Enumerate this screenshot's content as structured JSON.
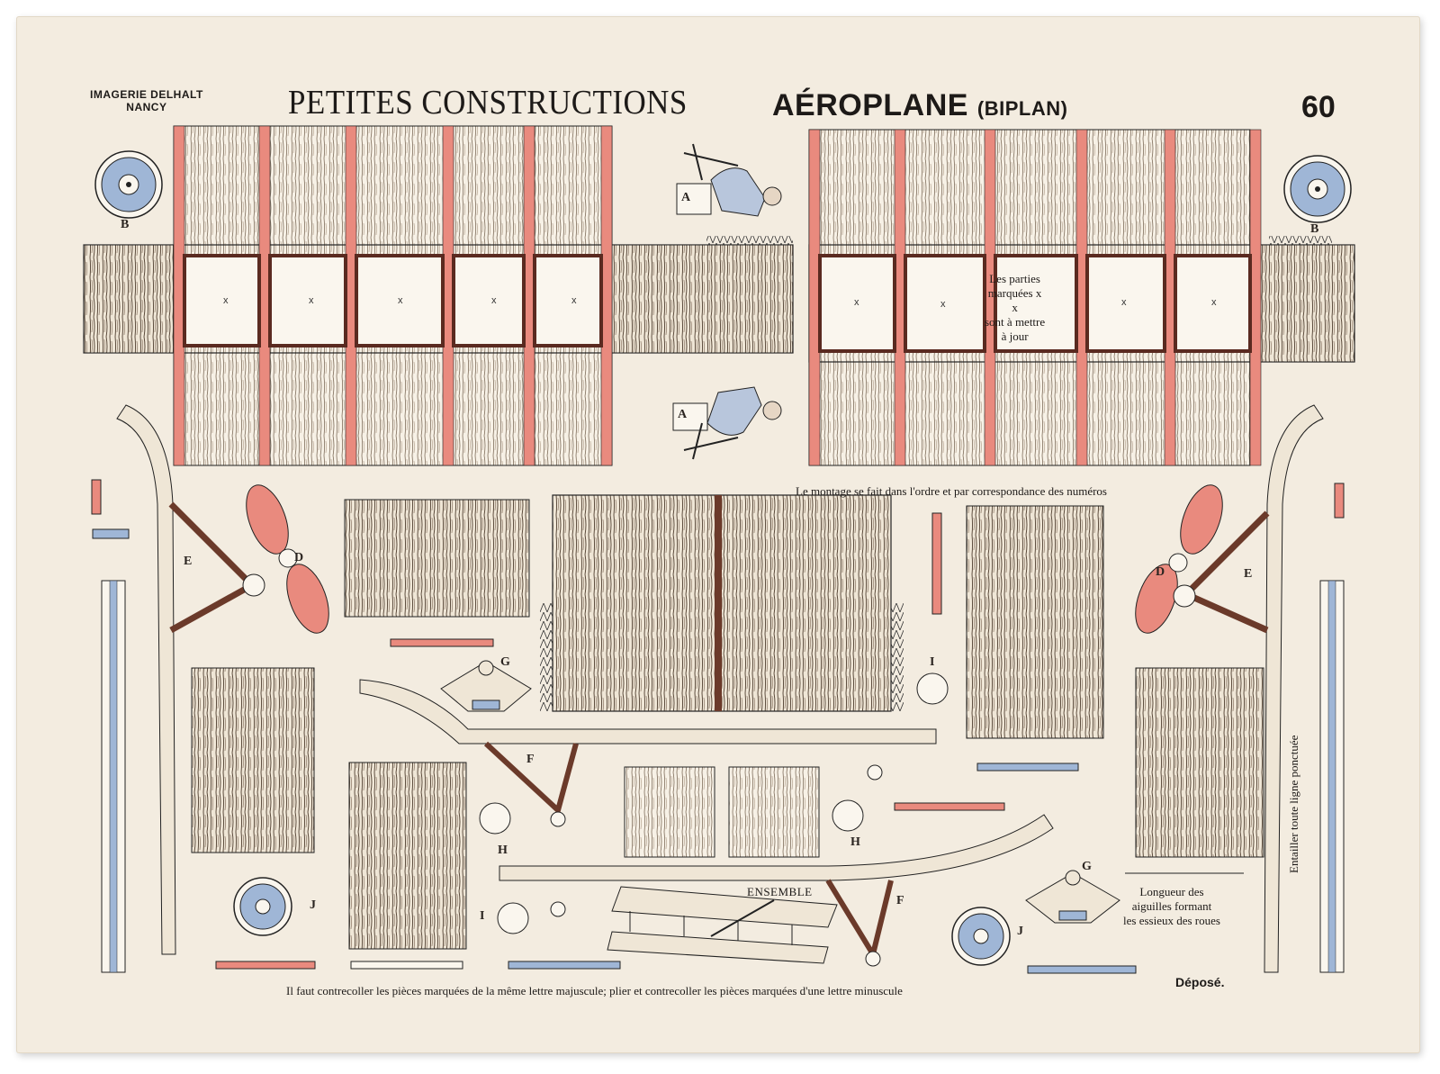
{
  "header": {
    "publisher_line1": "IMAGERIE DELHALT",
    "publisher_line2": "NANCY",
    "title_left": "PETITES CONSTRUCTIONS",
    "title_right": "AÉROPLANE",
    "title_sub": "(BIPLAN)",
    "plate_number": "60"
  },
  "notes": {
    "parties_line1": "Les parties",
    "parties_line2": "marquées x",
    "parties_line3": "x",
    "parties_line4": "sont à mettre",
    "parties_line5": "à jour",
    "montage": "Le montage se fait dans l'ordre et par correspondance des numéros",
    "ensemble": "ENSEMBLE",
    "longueur_line1": "Longueur des",
    "longueur_line2": "aiguilles formant",
    "longueur_line3": "les essieux des roues",
    "entailler": "Entailler toute ligne ponctuée",
    "footer": "Il faut contrecoller les pièces marquées de la même lettre majuscule; plier et contrecoller les pièces marquées d'une lettre minuscule",
    "depose": "Déposé."
  },
  "cut_marks": [
    "x",
    "x",
    "x",
    "x",
    "x",
    "x",
    "x",
    "x",
    "x"
  ],
  "piece_letters": {
    "A1": "A",
    "A2": "A",
    "B1": "B",
    "B2": "B",
    "D1": "D",
    "D2": "D",
    "E1": "E",
    "E2": "E",
    "F1": "F",
    "F2": "F",
    "G1": "G",
    "G2": "G",
    "H1": "H",
    "H2": "H",
    "I1": "I",
    "I2": "I",
    "J1": "J",
    "J2": "J"
  },
  "colors": {
    "paper": "#f3ece0",
    "ink": "#1d1a18",
    "pink": "#e98a7e",
    "blue": "#9fb6d6",
    "brown": "#6b3a2a"
  }
}
